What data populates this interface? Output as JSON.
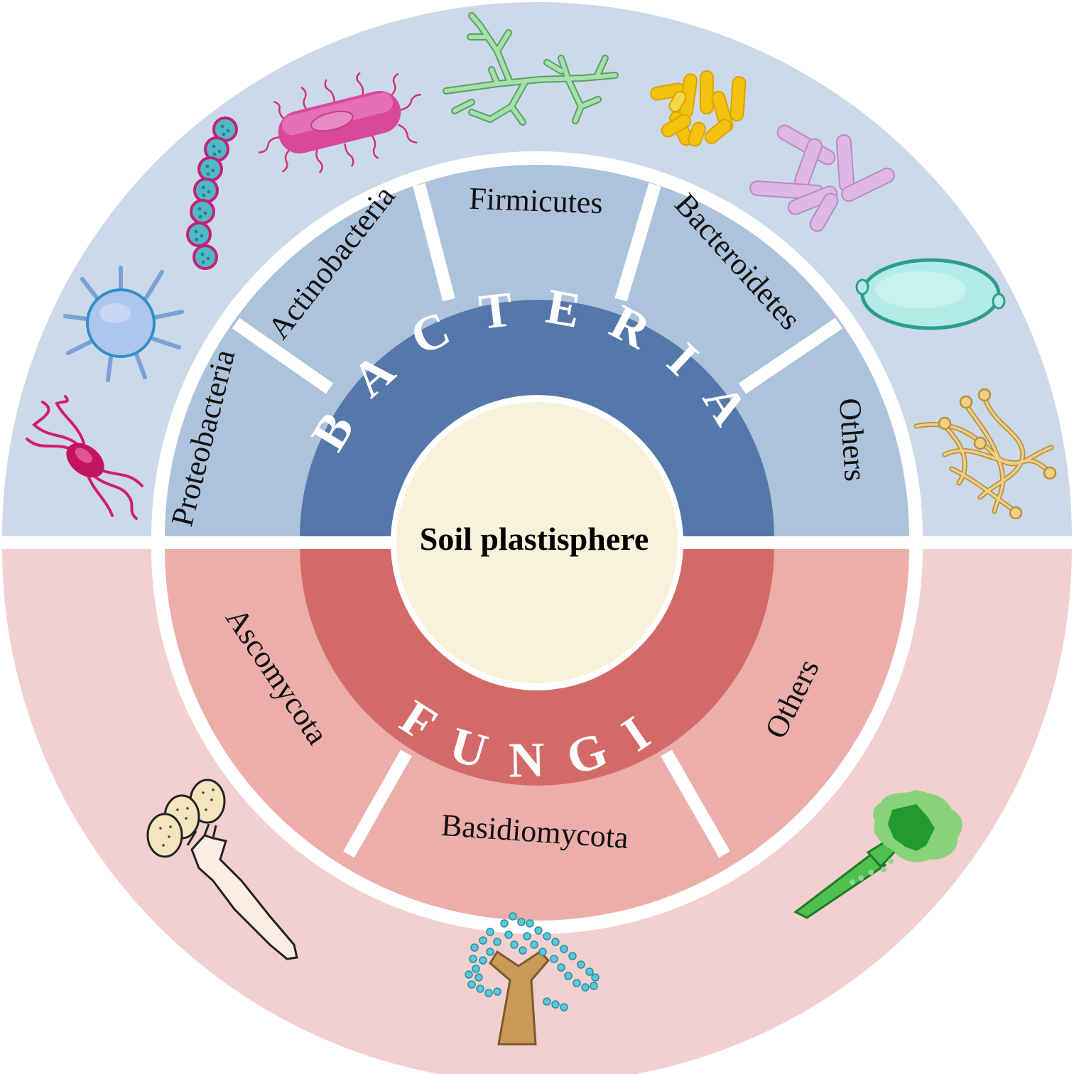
{
  "center": {
    "label": "Soil plastisphere"
  },
  "bacteria": {
    "title": "BACTERIA",
    "phyla": [
      "Proteobacteria",
      "Actinobacteria",
      "Firmicutes",
      "Bacteroidetes",
      "Others"
    ]
  },
  "fungi": {
    "title": "FUNGI",
    "phyla": [
      "Ascomycota",
      "Basidiomycota",
      "Others"
    ]
  },
  "colors": {
    "bacteria_outer": "#cbd9e8",
    "bacteria_mid": "#adc3dc",
    "bacteria_inner": "#5578ab",
    "fungi_outer": "#f2d0cf",
    "fungi_mid": "#ecaeaa",
    "fungi_inner": "#d26b67",
    "center": "#f8f2dc"
  },
  "icons": {
    "bacteria": [
      "spirillum-icon",
      "coccus-icon",
      "streptococcus-icon",
      "bacillus-icon",
      "actinomycete-icon",
      "yellow-rods-icon",
      "purple-rods-icon",
      "diplococcus-icon",
      "filament-icon"
    ],
    "fungi": [
      "ascus-icon",
      "penicillium-icon",
      "aspergillus-icon"
    ]
  }
}
